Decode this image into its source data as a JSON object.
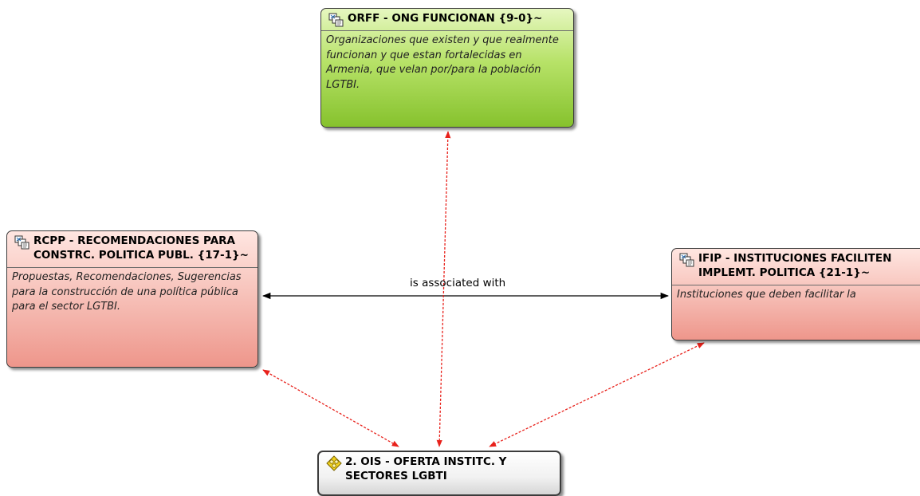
{
  "nodes": {
    "orff": {
      "title": "ORFF - ONG FUNCIONAN {9-0}~",
      "comment": "Organizaciones que existen y que realmente funcionan y que estan fortalecidas en Armenia, que velan por/para la población LGTBI.",
      "icon": "code-family-icon",
      "color": "#9acd4a"
    },
    "rcpp": {
      "title": "RCPP - RECOMENDACIONES PARA CONSTRC. POLITICA PUBL. {17-1}~",
      "comment": "Propuestas, Recomendaciones, Sugerencias para la construcción de una política pública para el sector LGTBI.",
      "icon": "code-family-icon",
      "color": "#f4b2a8"
    },
    "ifip": {
      "title": "IFIP - INSTITUCIONES FACILITEN IMPLEMT. POLITICA {21-1}~",
      "comment": "Instituciones que deben facilitar la",
      "icon": "code-family-icon",
      "color": "#f4b2a8"
    },
    "ois": {
      "title": "2. OIS - OFERTA INSTITC. Y SECTORES LGBTI",
      "icon": "yellow-network-icon",
      "color": "#eeeeee"
    }
  },
  "links": {
    "association_label": "is associated with",
    "association_color": "#000000",
    "dashed_color": "#e8211b"
  }
}
